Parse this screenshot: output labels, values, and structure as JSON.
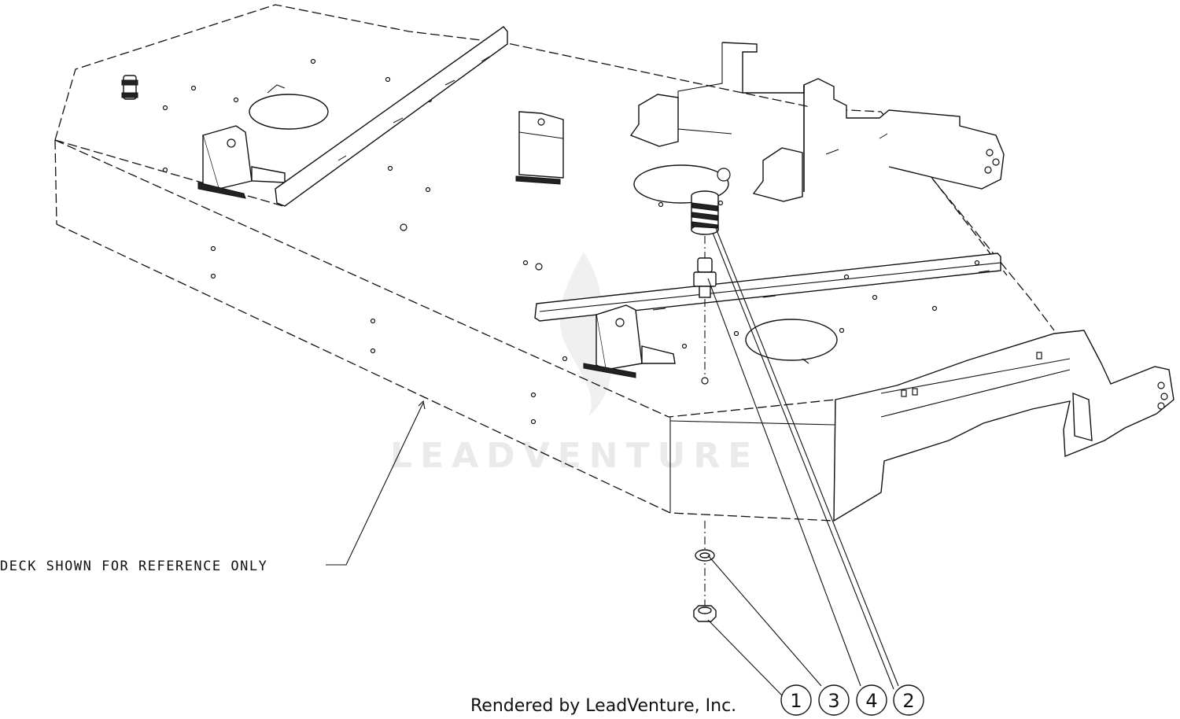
{
  "watermark": "LEADVENTURE",
  "reference_label": "DECK SHOWN FOR REFERENCE ONLY",
  "footer": "Rendered by LeadVenture, Inc.",
  "callouts": [
    {
      "number": "1"
    },
    {
      "number": "3"
    },
    {
      "number": "4"
    },
    {
      "number": "2"
    }
  ]
}
